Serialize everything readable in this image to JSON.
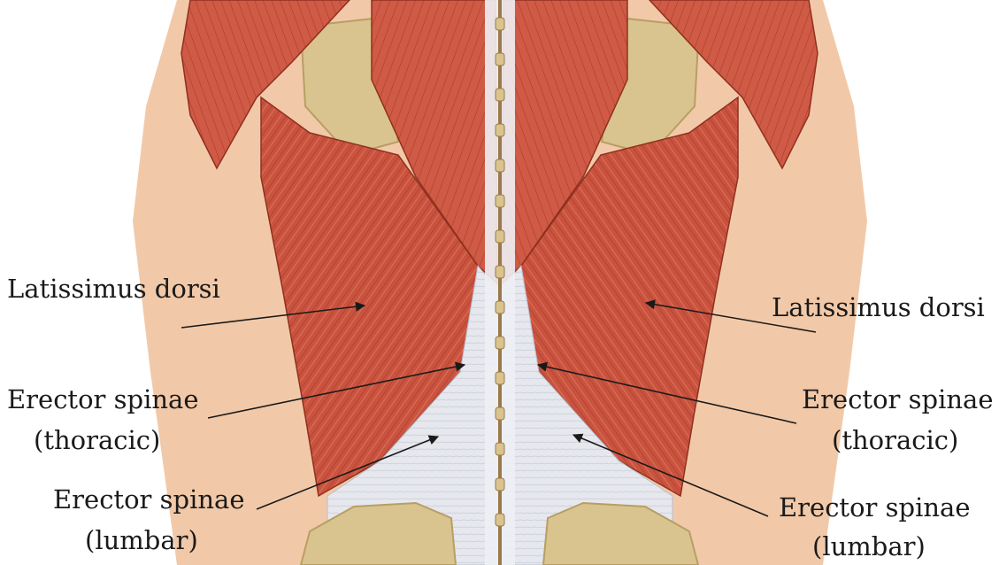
{
  "labels": {
    "left": {
      "lat": "Latissimus dorsi",
      "thoracic_1": "Erector spinae",
      "thoracic_2": "(thoracic)",
      "lumbar_1": "Erector spinae",
      "lumbar_2": "(lumbar)"
    },
    "right": {
      "lat": "Latissimus dorsi",
      "thoracic_1": "Erector spinae",
      "thoracic_2": "(thoracic)",
      "lumbar_1": "Erector spinae",
      "lumbar_2": "(lumbar)"
    }
  },
  "colors": {
    "muscle": "#c9533f",
    "muscle_dark": "#a83b2b",
    "muscle_light": "#e07a5e",
    "fascia": "#e6e8ee",
    "bone": "#d9c38f",
    "bone_dark": "#b89e63",
    "skin": "#f2c9a8",
    "arrow": "#1a1a1a"
  }
}
